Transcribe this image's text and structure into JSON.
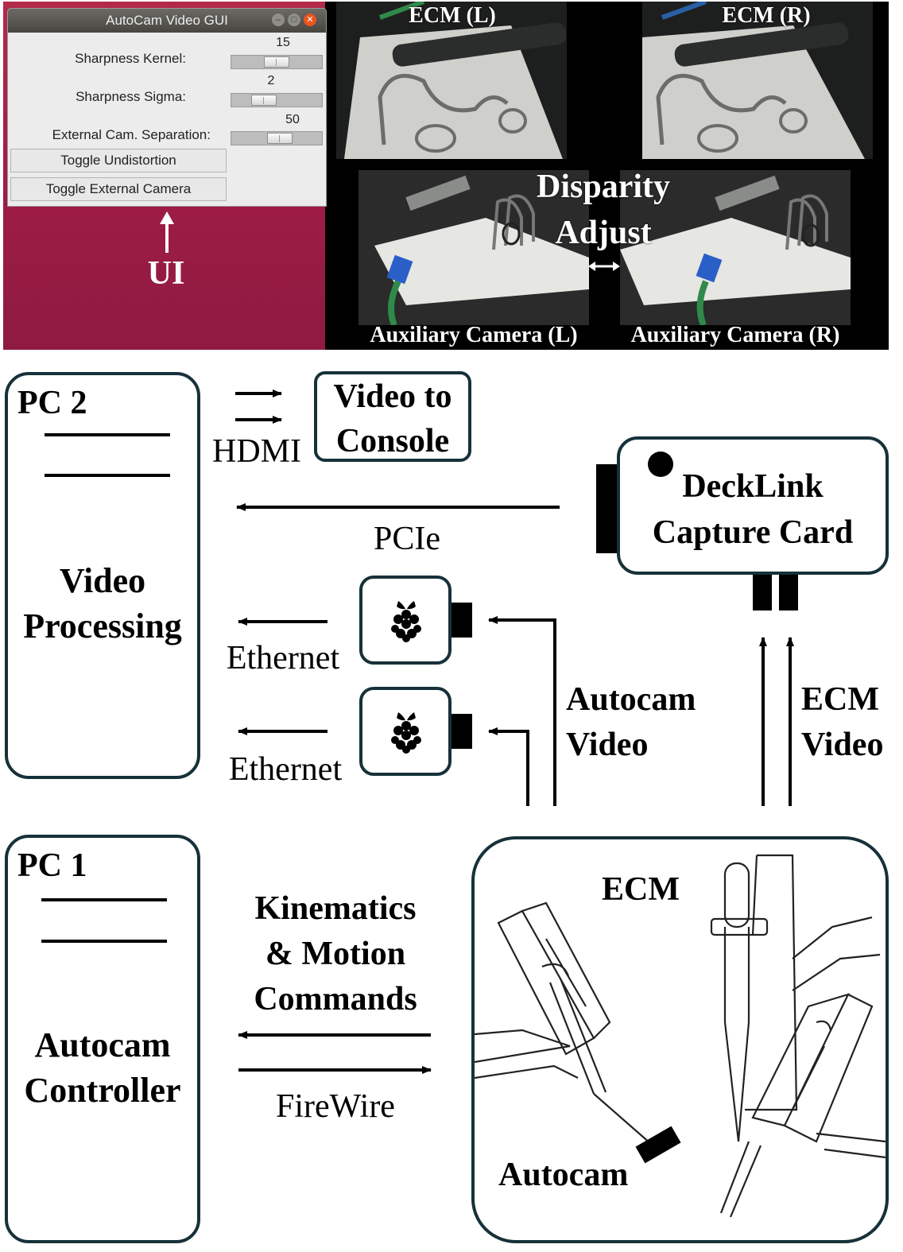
{
  "gui": {
    "title": "AutoCam Video GUI",
    "sliders": [
      {
        "label": "Sharpness Kernel:",
        "value": "15",
        "level": 0.5
      },
      {
        "label": "Sharpness Sigma:",
        "value": "2",
        "level": 0.3
      },
      {
        "label": "External Cam. Separation:",
        "value": "50",
        "level": 0.55
      }
    ],
    "buttons": [
      "Toggle Undistortion",
      "Toggle External Camera"
    ]
  },
  "ui_label": "UI",
  "cameras": {
    "ecm_left": "ECM (L)",
    "ecm_right": "ECM (R)",
    "aux_left": "Auxiliary Camera (L)",
    "aux_right": "Auxiliary Camera (R)",
    "disparity": [
      "Disparity",
      "Adjust"
    ]
  },
  "diagram": {
    "pc2": {
      "title": "PC 2",
      "role": [
        "Video",
        "Processing"
      ]
    },
    "pc1": {
      "title": "PC 1",
      "role": [
        "Autocam",
        "Controller"
      ]
    },
    "video_console": [
      "Video to",
      "Console"
    ],
    "decklink": [
      "DeckLink",
      "Capture Card"
    ],
    "links": {
      "hdmi": "HDMI",
      "pcie": "PCIe",
      "ethernet_1": "Ethernet",
      "ethernet_2": "Ethernet",
      "firewire": "FireWire"
    },
    "autocam_video": [
      "Autocam",
      "Video"
    ],
    "ecm_video": [
      "ECM",
      "Video"
    ],
    "commands": [
      "Kinematics",
      "& Motion",
      "Commands"
    ],
    "robot": {
      "ecm": "ECM",
      "autocam": "Autocam"
    }
  },
  "icons": [
    "raspberry-pi-icon",
    "raspberry-pi-icon"
  ]
}
